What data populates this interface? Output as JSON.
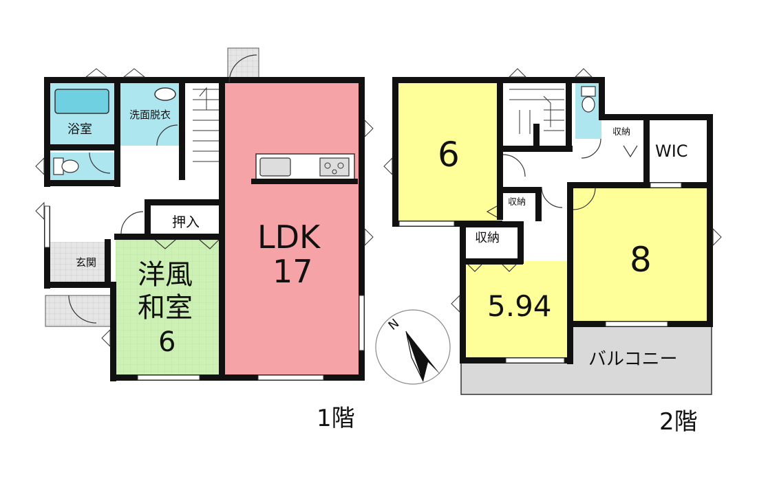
{
  "floors": {
    "first": {
      "label": "1階",
      "rooms": {
        "bath": "浴室",
        "washroom": "洗面脱衣",
        "entrance": "玄関",
        "closet": "押入",
        "ldk_name": "LDK",
        "ldk_size": "17",
        "wafu_line1": "洋風",
        "wafu_line2": "和室",
        "wafu_size": "6"
      }
    },
    "second": {
      "label": "2階",
      "rooms": {
        "room_a_size": "6",
        "room_b_size": "8",
        "room_c_size": "5.94",
        "storage_hall": "収納",
        "storage_small": "収納",
        "storage_c": "収納",
        "wic": "WIC",
        "balcony": "バルコニー"
      }
    }
  },
  "compass": {
    "north_label": "N"
  },
  "colors": {
    "ldk": "#f5a3a6",
    "wafu": "#cdf0b4",
    "bedrooms": "#ffff99",
    "wet_area": "#aee6f0",
    "wall": "#111111",
    "hatch": "#d9d9d9"
  }
}
